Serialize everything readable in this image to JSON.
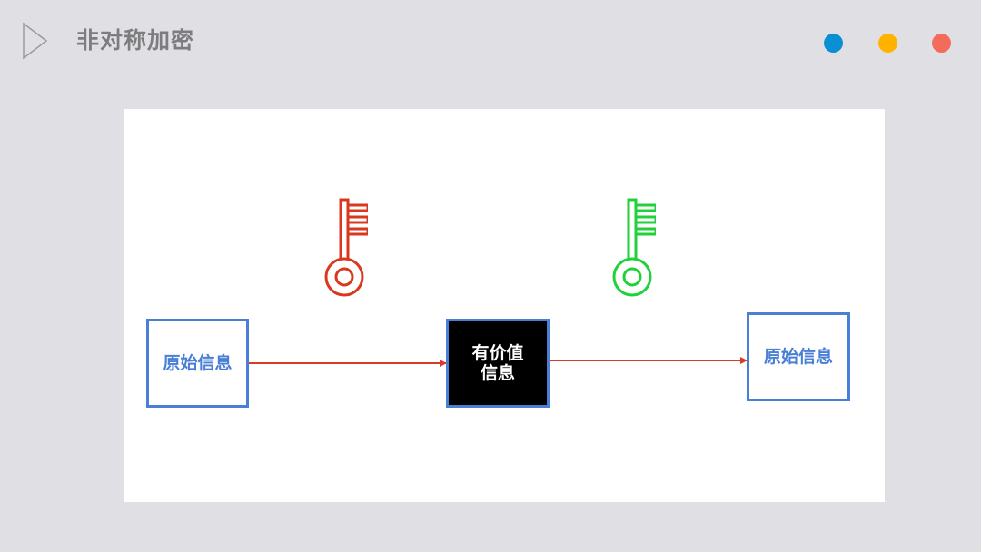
{
  "header": {
    "title": "非对称加密",
    "dots": [
      {
        "name": "dot-blue",
        "color": "#0b8fd4"
      },
      {
        "name": "dot-yellow",
        "color": "#ffb300"
      },
      {
        "name": "dot-red",
        "color": "#f26b5b"
      }
    ]
  },
  "diagram": {
    "source_box": {
      "label": "原始信息"
    },
    "encrypted_box": {
      "label": "有价值\n信息"
    },
    "target_box": {
      "label": "原始信息"
    },
    "encrypt_key": {
      "icon": "key-icon",
      "color": "#d9381e"
    },
    "decrypt_key": {
      "icon": "key-icon",
      "color": "#21d13a"
    },
    "arrow_color": "#d93a27",
    "box_border_color": "#4a7fd6"
  }
}
